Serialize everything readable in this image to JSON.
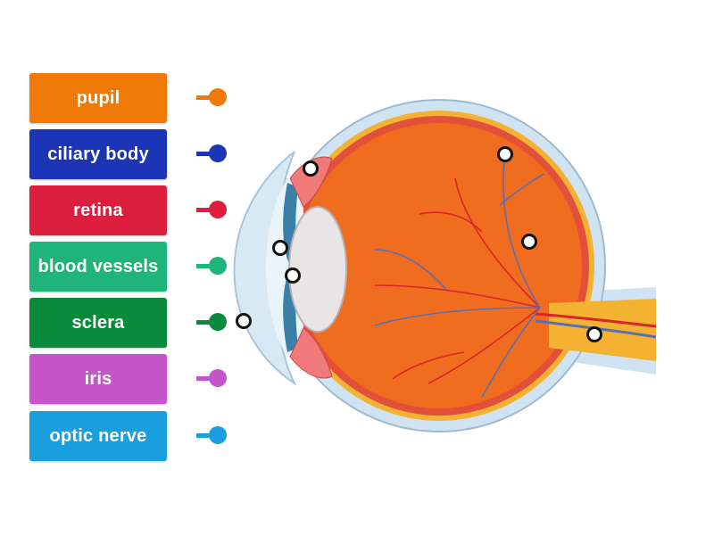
{
  "labels": [
    {
      "text": "pupil",
      "color": "#F07A07",
      "accent": "#F07A07"
    },
    {
      "text": "ciliary body",
      "color": "#1C34B6",
      "accent": "#1C34B6"
    },
    {
      "text": "retina",
      "color": "#DC1F3E",
      "accent": "#DC1F3E"
    },
    {
      "text": "blood vessels",
      "color": "#1FB57A",
      "accent": "#1FB57A"
    },
    {
      "text": "sclera",
      "color": "#0B8A3C",
      "accent": "#0B8A3C"
    },
    {
      "text": "iris",
      "color": "#C654CB",
      "accent": "#C654CB"
    },
    {
      "text": "optic nerve",
      "color": "#1A9FDE",
      "accent": "#1A9FDE"
    }
  ],
  "drop_targets": 7,
  "colors": {
    "sclera_outer": "#CFE3F2",
    "choroid": "#F4B233",
    "eye_interior": "#F06C1E",
    "lens": "#E9E4E6",
    "iris": "#3A7FA8",
    "vessels_red": "#D8252B",
    "vessels_blue": "#5A6FB3"
  }
}
